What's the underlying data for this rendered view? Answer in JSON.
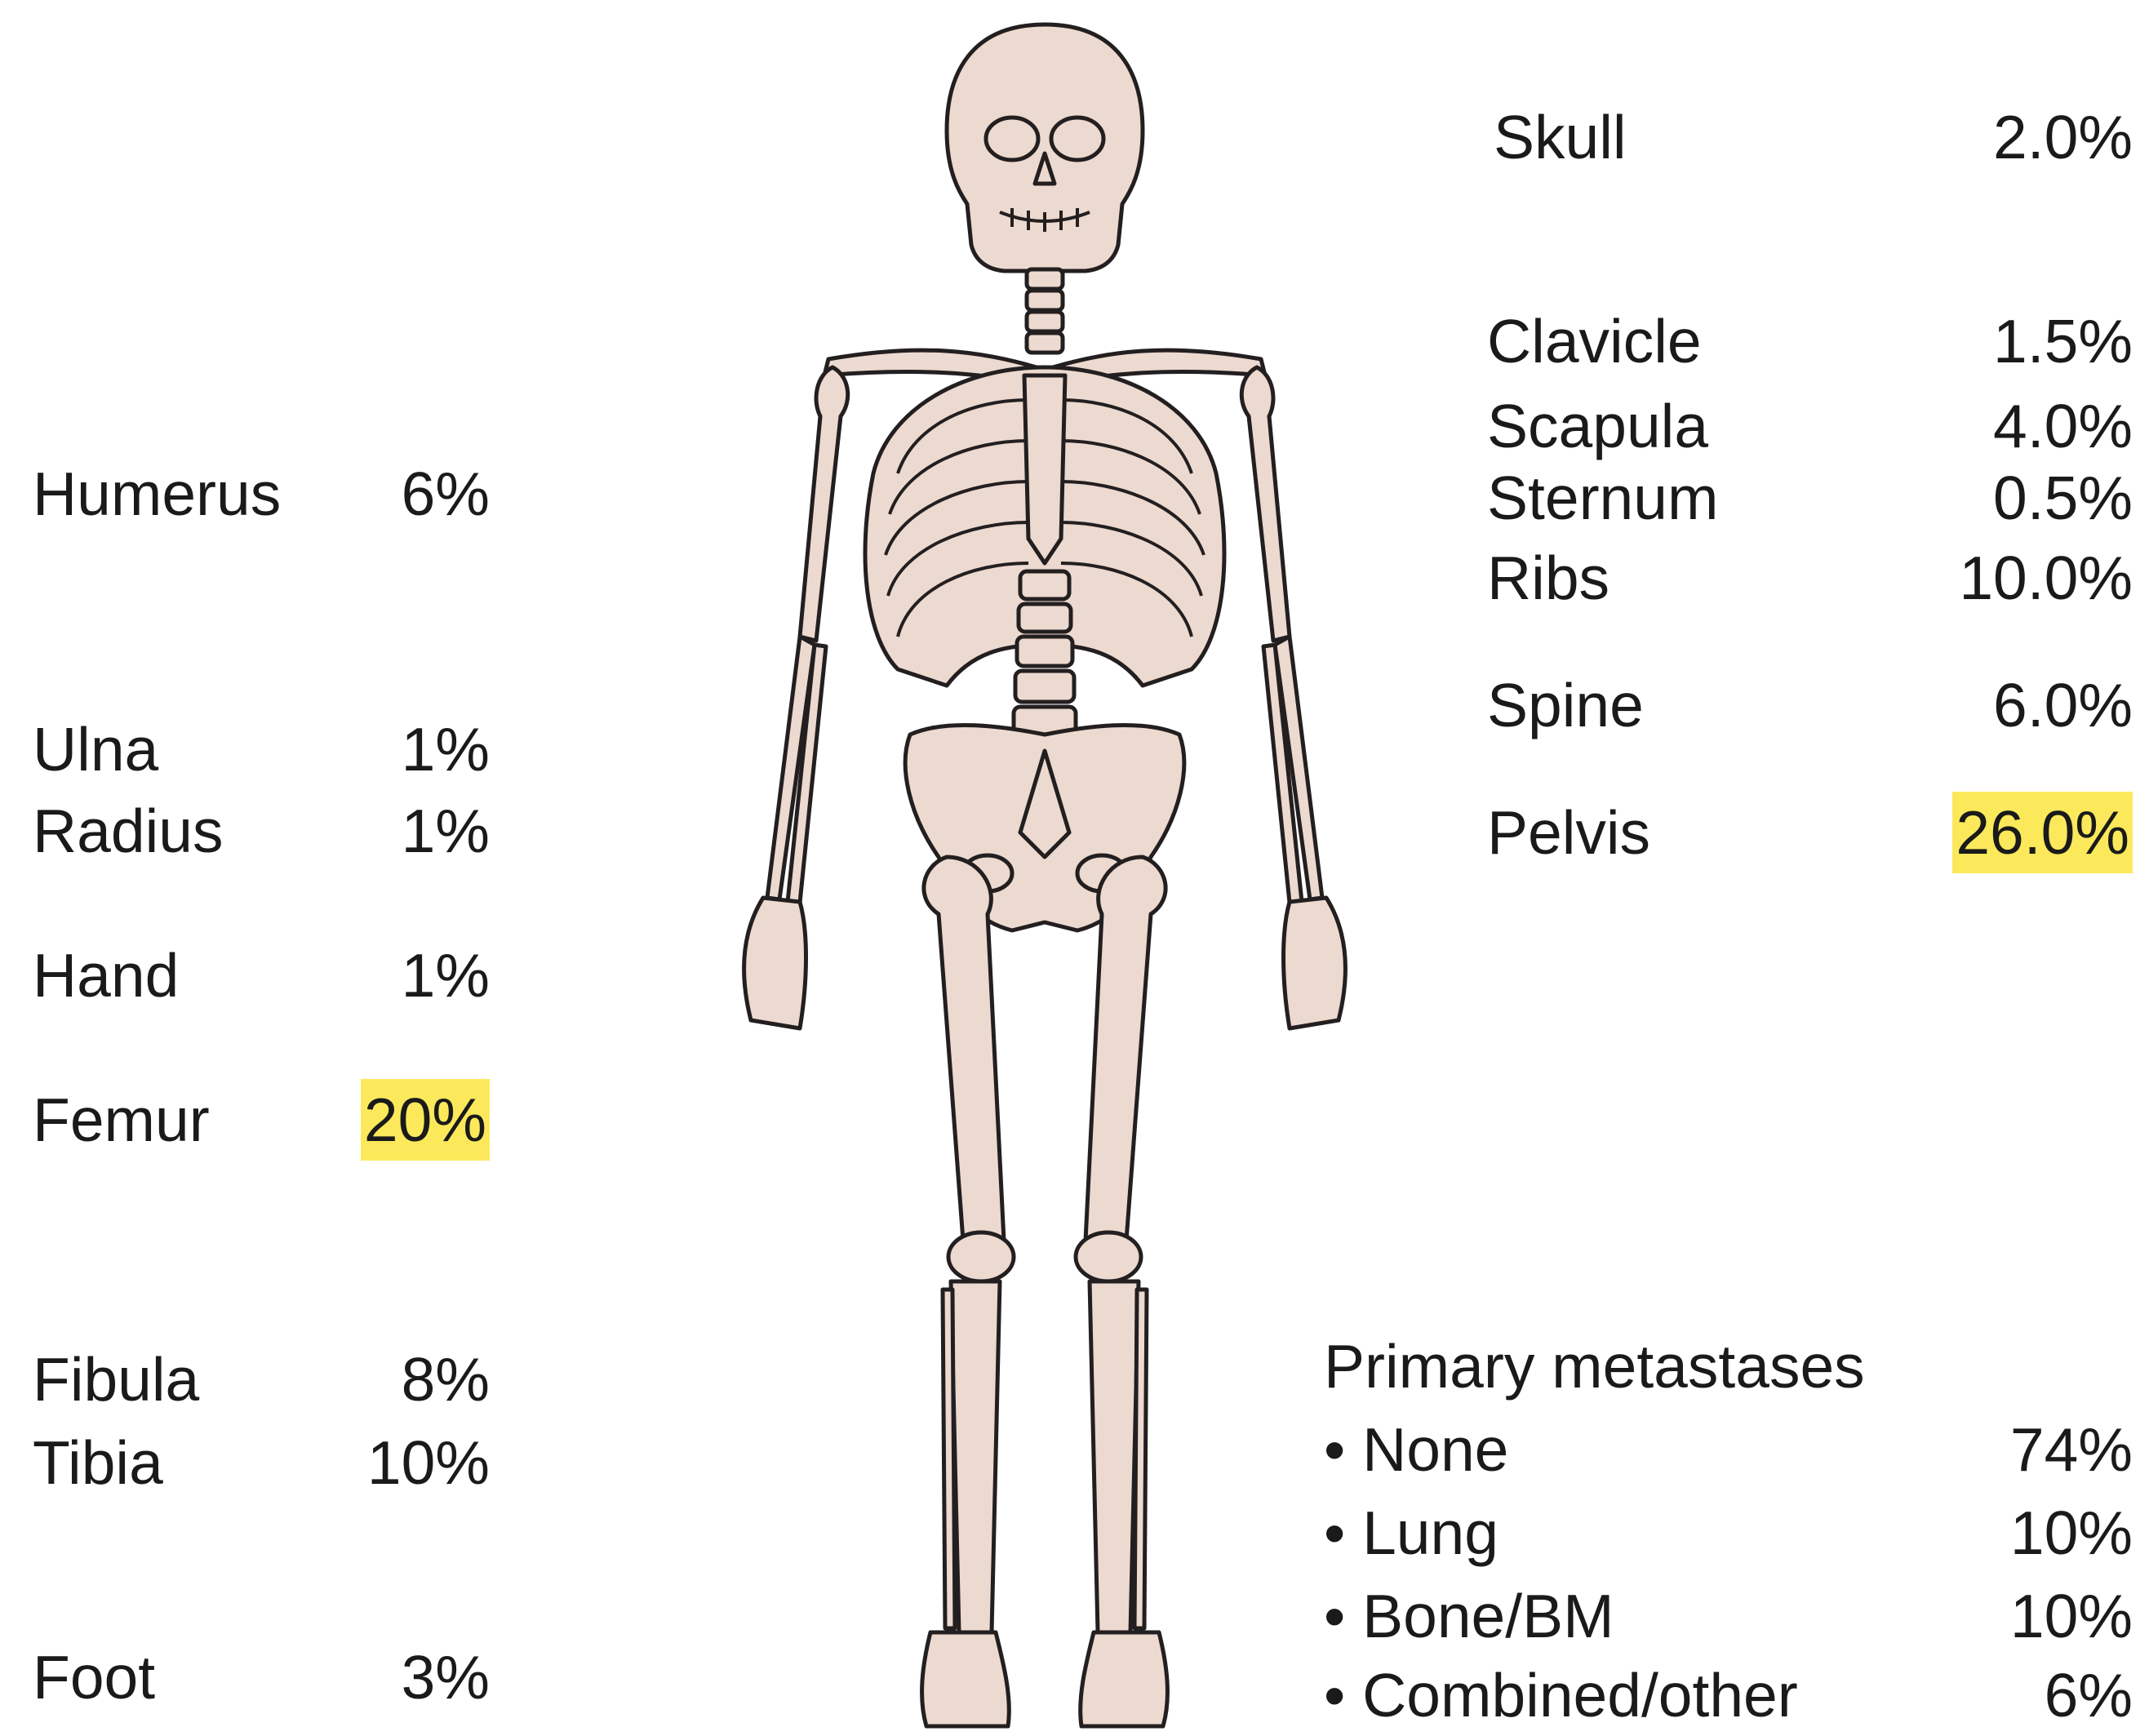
{
  "left": [
    {
      "name": "Humerus",
      "pct": "6%"
    },
    {
      "name": "Ulna",
      "pct": "1%"
    },
    {
      "name": "Radius",
      "pct": "1%"
    },
    {
      "name": "Hand",
      "pct": "1%"
    },
    {
      "name": "Femur",
      "pct": "20%"
    },
    {
      "name": "Fibula",
      "pct": "8%"
    },
    {
      "name": "Tibia",
      "pct": "10%"
    },
    {
      "name": "Foot",
      "pct": "3%"
    }
  ],
  "right": [
    {
      "name": "Skull",
      "pct": "2.0%"
    },
    {
      "name": "Clavicle",
      "pct": "1.5%"
    },
    {
      "name": "Scapula",
      "pct": "4.0%"
    },
    {
      "name": "Sternum",
      "pct": "0.5%"
    },
    {
      "name": "Ribs",
      "pct": "10.0%"
    },
    {
      "name": "Spine",
      "pct": "6.0%"
    },
    {
      "name": "Pelvis",
      "pct": "26.0%"
    }
  ],
  "metastases": {
    "title": "Primary metastases",
    "items": [
      {
        "name": "• None",
        "pct": "74%"
      },
      {
        "name": "• Lung",
        "pct": "10%"
      },
      {
        "name": "• Bone/BM",
        "pct": "10%"
      },
      {
        "name": "• Combined/other",
        "pct": "6%"
      }
    ]
  },
  "highlight_color": "#fbe95b",
  "bone_color": "#ecd9cf"
}
